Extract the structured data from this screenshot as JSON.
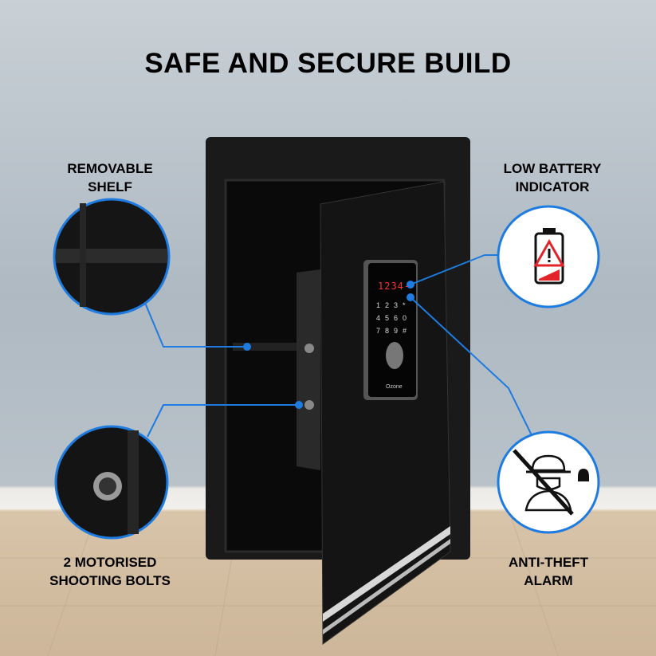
{
  "title": "SAFE AND SECURE BUILD",
  "features": [
    {
      "lines": [
        "REMOVABLE",
        "SHELF"
      ],
      "icon": "shelf-closeup"
    },
    {
      "lines": [
        "2 MOTORISED",
        "SHOOTING BOLTS"
      ],
      "icon": "bolt-closeup"
    },
    {
      "lines": [
        "LOW BATTERY",
        "INDICATOR"
      ],
      "icon": "low-battery-warning-icon"
    },
    {
      "lines": [
        "ANTI-THEFT",
        "ALARM"
      ],
      "icon": "anti-theft-alarm-icon"
    }
  ],
  "keypad": {
    "display": "1234-",
    "keys": [
      "1",
      "2",
      "3",
      "*",
      "4",
      "5",
      "6",
      "0",
      "7",
      "8",
      "9",
      "#"
    ],
    "brand": "Ozone"
  },
  "colors": {
    "accent": "#1e7be0",
    "warning": "#e0242a"
  }
}
